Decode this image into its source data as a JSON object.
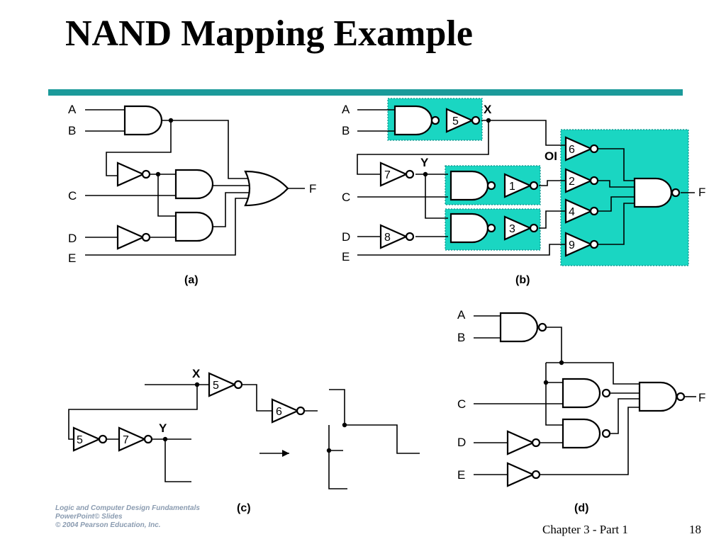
{
  "slide": {
    "title": "NAND Mapping Example",
    "footer_lines": [
      "Logic and Computer Design Fundamentals",
      "PowerPoint© Slides",
      "© 2004 Pearson Education, Inc."
    ],
    "chapter": "Chapter 3 - Part 1",
    "page": "18"
  },
  "accent_color": "#1b9a9a",
  "highlight_color": "#1ad6c2",
  "panels": {
    "a": {
      "caption": "(a)",
      "inputs": [
        "A",
        "B",
        "C",
        "D",
        "E"
      ],
      "output": "F"
    },
    "b": {
      "caption": "(b)",
      "inputs": [
        "A",
        "B",
        "C",
        "D",
        "E"
      ],
      "output": "F",
      "node_labels": [
        "X",
        "Y",
        "OI"
      ],
      "gate_numbers": [
        "5",
        "7",
        "1",
        "8",
        "3",
        "6",
        "2",
        "4",
        "9"
      ]
    },
    "c": {
      "caption": "(c)",
      "node_labels": [
        "X",
        "Y"
      ],
      "gate_numbers": [
        "5",
        "6",
        "5",
        "7"
      ]
    },
    "d": {
      "caption": "(d)",
      "inputs": [
        "A",
        "B",
        "C",
        "D",
        "E"
      ],
      "output": "F"
    }
  }
}
